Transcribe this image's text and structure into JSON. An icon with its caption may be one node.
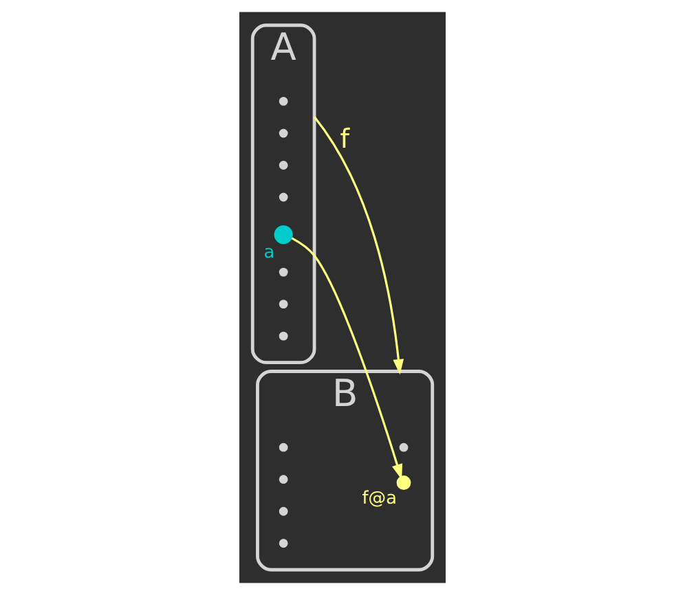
{
  "diagram": {
    "nodes": [
      {
        "text": [
          "A"
        ]
      },
      {
        "text": [],
        "shape": "circle",
        "in": 0
      },
      {
        "text": [],
        "shape": "circle",
        "in": 0
      },
      {
        "text": [],
        "shape": "circle",
        "in": 0
      },
      {
        "text": [],
        "shape": "circle",
        "in": 0
      },
      {
        "text": [],
        "shape": "circle",
        "in": 0,
        "beside": [
          "a"
        ]
      },
      {
        "text": [],
        "shape": "circle",
        "in": 0
      },
      {
        "text": [],
        "shape": "circle",
        "in": 0
      },
      {
        "text": [],
        "shape": "circle",
        "in": 0
      },
      {
        "text": [
          "B"
        ]
      },
      {
        "text": [],
        "shape": "circle",
        "in": 9
      },
      {
        "text": [],
        "shape": "circle",
        "in": 9
      },
      {
        "text": [],
        "shape": "circle",
        "in": 9,
        "beside": [
          "f@a"
        ]
      },
      {
        "text": [],
        "shape": "circle",
        "in": 9
      },
      {
        "text": [],
        "shape": "circle",
        "in": 9
      },
      {
        "text": [],
        "shape": "circle",
        "in": 9
      }
    ],
    "edges": [
      {
        "from": 0,
        "to": 9,
        "label": "f",
        "arrow": "to"
      },
      {
        "from": 5,
        "to": 12,
        "arrow": "to"
      }
    ]
  }
}
